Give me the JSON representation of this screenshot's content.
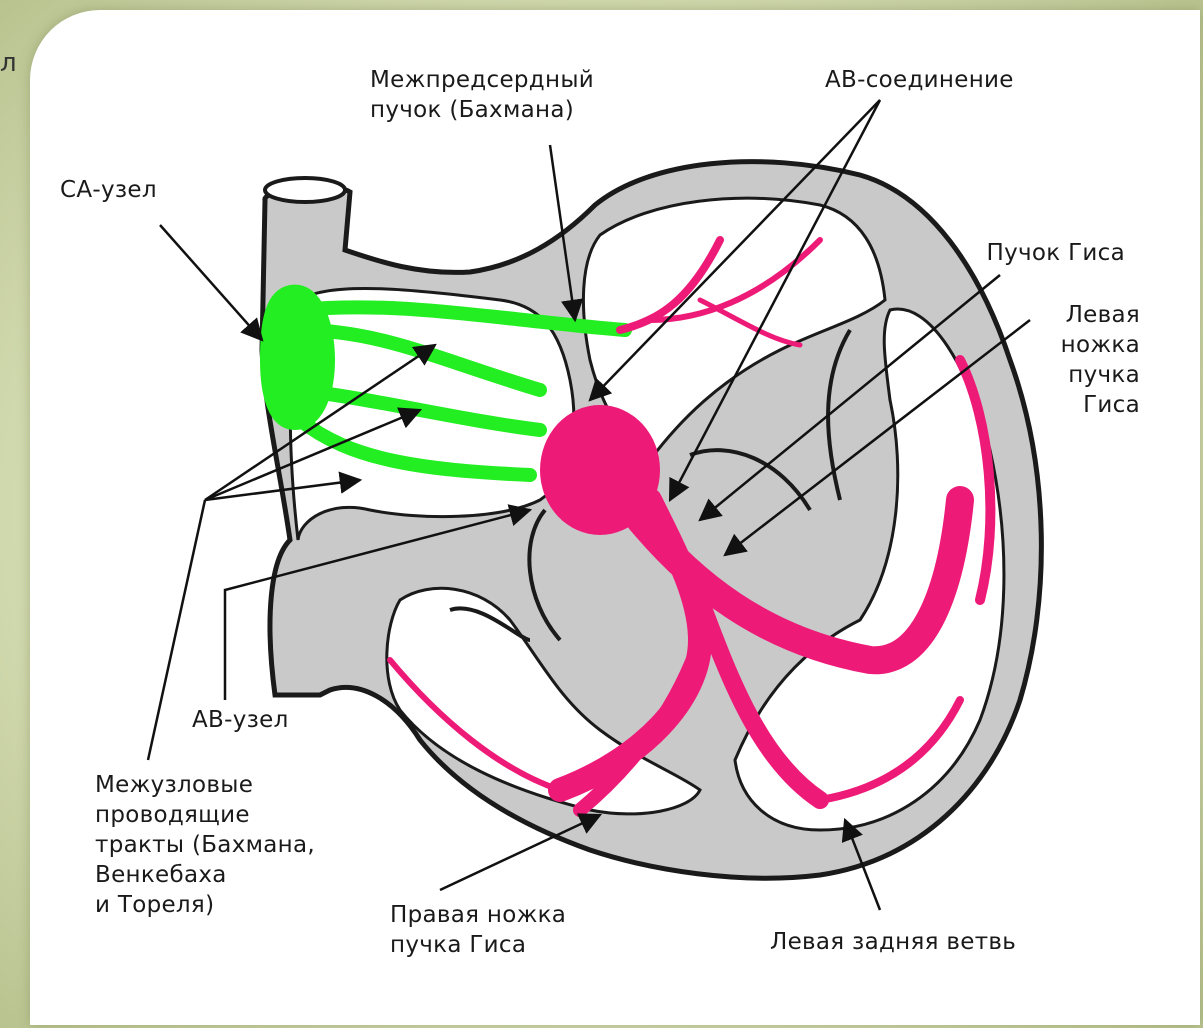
{
  "edge_text": "л",
  "labels": {
    "sa_node": "СА-узел",
    "bachmann_bundle": "Межпредсердный\nпучок (Бахмана)",
    "av_junction": "АВ-соединение",
    "his_bundle": "Пучок Гиса",
    "left_bundle_branch": "Левая\nножка\nпучка\nГиса",
    "av_node": "АВ-узел",
    "internodal_tracts": "Межузловые\nпроводящие\nтракты (Бахмана,\nВенкебаха\nи Тореля)",
    "right_bundle_branch": "Правая ножка\nпучка Гиса",
    "left_posterior_fascicle": "Левая задняя ветвь"
  },
  "colors": {
    "sa_node": "#22ee22",
    "conduction": "#ee1a78",
    "wall": "#c9c9c9",
    "outline": "#1a1a1a"
  }
}
